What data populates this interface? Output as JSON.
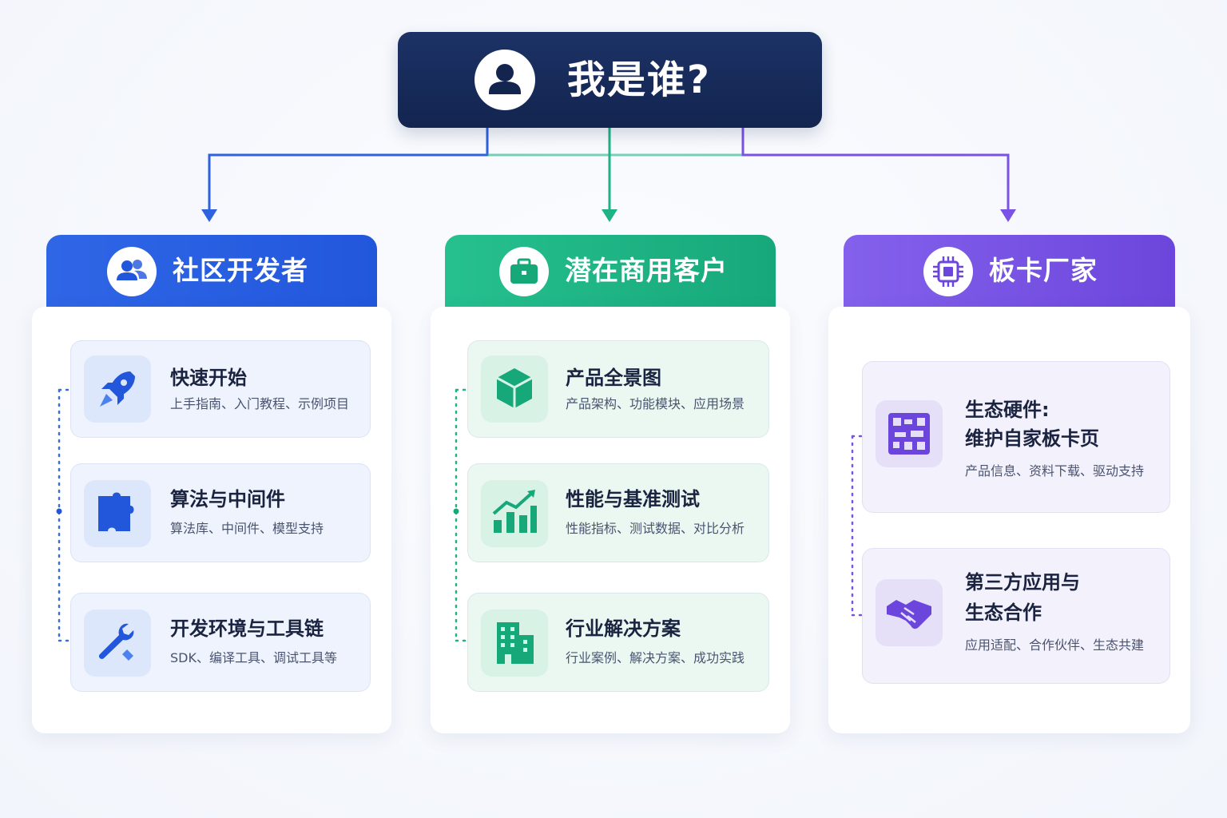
{
  "root": {
    "title": "我是谁?",
    "icon": "user-icon"
  },
  "colors": {
    "navy": "#13254f",
    "blue": "#2257dc",
    "green": "#17a87a",
    "purple": "#6c46dc"
  },
  "columns": [
    {
      "title": "社区开发者",
      "icon": "users-icon",
      "items": [
        {
          "title": "快速开始",
          "subtitle": "上手指南、入门教程、示例项目",
          "icon": "rocket-icon"
        },
        {
          "title": "算法与中间件",
          "subtitle": "算法库、中间件、模型支持",
          "icon": "puzzle-icon"
        },
        {
          "title": "开发环境与工具链",
          "subtitle": "SDK、编译工具、调试工具等",
          "icon": "wrench-icon"
        }
      ]
    },
    {
      "title": "潜在商用客户",
      "icon": "briefcase-icon",
      "items": [
        {
          "title": "产品全景图",
          "subtitle": "产品架构、功能模块、应用场景",
          "icon": "cube-icon"
        },
        {
          "title": "性能与基准测试",
          "subtitle": "性能指标、测试数据、对比分析",
          "icon": "chart-icon"
        },
        {
          "title": "行业解决方案",
          "subtitle": "行业案例、解决方案、成功实践",
          "icon": "building-icon"
        }
      ]
    },
    {
      "title": "板卡厂家",
      "icon": "chip-icon",
      "items": [
        {
          "title_line1": "生态硬件:",
          "title_line2": "维护自家板卡页",
          "subtitle": "产品信息、资料下载、驱动支持",
          "icon": "board-icon"
        },
        {
          "title_line1": "第三方应用与",
          "title_line2": "生态合作",
          "subtitle": "应用适配、合作伙伴、生态共建",
          "icon": "handshake-icon"
        }
      ]
    }
  ]
}
